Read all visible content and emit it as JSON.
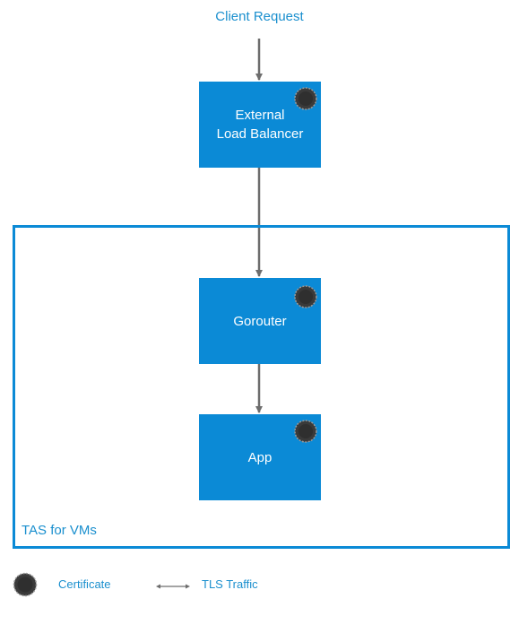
{
  "diagram": {
    "client_request": "Client Request",
    "external_lb": {
      "line1": "External",
      "line2": "Load Balancer"
    },
    "gorouter": "Gorouter",
    "app": "App",
    "tas_label": "TAS for VMs"
  },
  "legend": {
    "certificate": "Certificate",
    "tls_traffic": "TLS Traffic"
  },
  "colors": {
    "accent": "#0b8ad6",
    "text_blue": "#1a8fce",
    "arrow": "#6d6d6d",
    "certificate": "#3a3a3a"
  },
  "icons": {
    "certificate": "certificate-icon",
    "tls": "double-arrow-icon"
  }
}
